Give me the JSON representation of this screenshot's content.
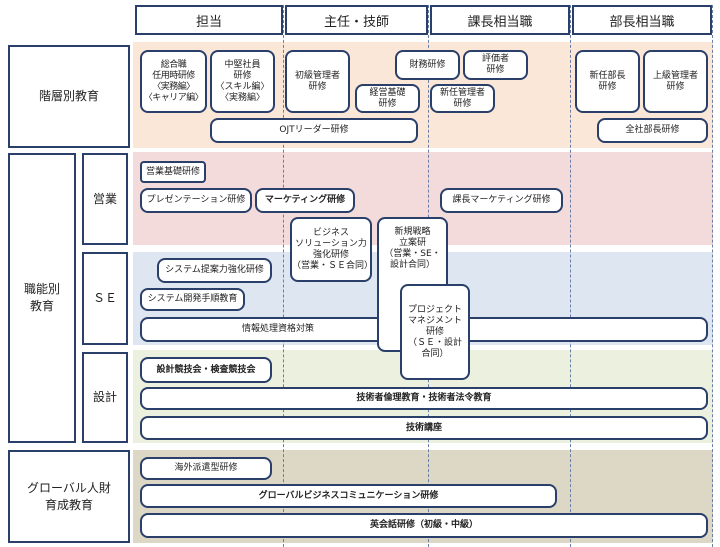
{
  "columns": [
    "担当",
    "主任・技師",
    "課長相当職",
    "部長相当職"
  ],
  "rows": {
    "hierarchy": "階層別教育",
    "functional": "職能別\n教育",
    "sales": "営業",
    "se": "ＳＥ",
    "design": "設計",
    "global": "グローバル人財\n育成教育"
  },
  "colors": {
    "hierarchy": "#fbe7d8",
    "sales": "#f3dadb",
    "se": "#dde6f1",
    "design": "#ecf0de",
    "global": "#ddd8c5",
    "border": "#2a3f6a"
  },
  "boxes": {
    "sogo": "総合職\n任用時研修\n〈実務編〉\n〈キャリア編〉",
    "chuken": "中堅社員\n研修\n〈スキル編〉\n〈実務編〉",
    "shokyu": "初級管理者\n研修",
    "zaimu": "財務研修",
    "hyoka": "評価者\n研修",
    "keiei": "経営基礎\n研修",
    "shinnin_kanri": "新任管理者\n研修",
    "shinnin_bucho": "新任部長\n研修",
    "jokyu": "上級管理者\n研修",
    "ojt": "OJTリーダー研修",
    "zensha": "全社部長研修",
    "eigyo_kiso": "営業基礎研修",
    "presen": "プレゼンテーション研修",
    "marketing": "マーケティング研修",
    "kacho_marketing": "課長マーケティング研修",
    "business": "ビジネス\nソリューション力\n強化研修\n（営業・ＳＥ合同）",
    "shinki": "新規戦略\n立案研\n（営業・SE・\n設計合同）",
    "teian": "システム提案力強化研修",
    "kaihatsu": "システム開発手順教育",
    "joho": "情報処理資格対策",
    "pm": "プロジェクト\nマネジメント\n研修\n（ＳＥ・設計\n合同）",
    "sekkei": "設計競技会・検査競技会",
    "rinri": "技術者倫理教育・技術者法令教育",
    "gijutsu": "技術講座",
    "kaigai": "海外派遣型研修",
    "global_comm": "グローバルビジネスコミュニケーション研修",
    "eikaiwa": "英会話研修（初級・中級）"
  }
}
